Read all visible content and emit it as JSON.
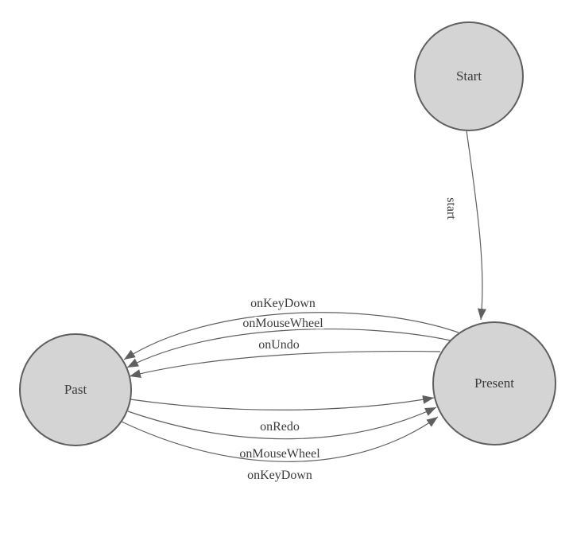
{
  "diagram": {
    "type": "state-machine",
    "colors": {
      "background": "#ffffff",
      "node_fill": "#d4d4d4",
      "node_stroke": "#5f5f5f",
      "edge_stroke": "#5f5f5f",
      "text": "#3b3b3b"
    },
    "nodes": [
      {
        "id": "start",
        "label": "Start"
      },
      {
        "id": "present",
        "label": "Present"
      },
      {
        "id": "past",
        "label": "Past"
      }
    ],
    "edges": [
      {
        "from": "start",
        "to": "present",
        "label": "start"
      },
      {
        "from": "present",
        "to": "past",
        "label": "onKeyDown"
      },
      {
        "from": "present",
        "to": "past",
        "label": "onMouseWheel"
      },
      {
        "from": "present",
        "to": "past",
        "label": "onUndo"
      },
      {
        "from": "past",
        "to": "present",
        "label": "onRedo"
      },
      {
        "from": "past",
        "to": "present",
        "label": "onMouseWheel"
      },
      {
        "from": "past",
        "to": "present",
        "label": "onKeyDown"
      }
    ]
  }
}
